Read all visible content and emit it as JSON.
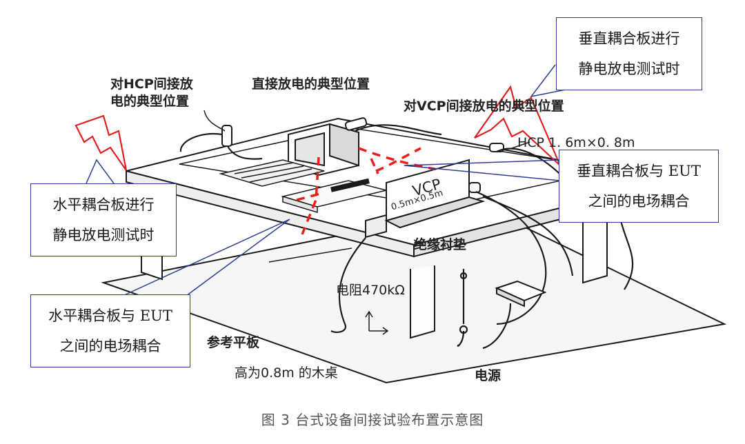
{
  "labels": {
    "hcp_indirect_1": "对HCP间接放",
    "hcp_indirect_2": "电的典型位置",
    "direct_discharge": "直接放电的典型位置",
    "vcp_indirect": "对VCP间接放电的典型位置",
    "hcp_size": "HCP 1. 6m×0. 8m",
    "vcp_name": "VCP",
    "vcp_size": "0.5m×0.5m",
    "insulating_pad": "绝缘衬垫",
    "resistor": "电阻470kΩ",
    "reference_plane": "参考平板",
    "wooden_table": "高为0.8m 的木桌",
    "power_supply": "电源"
  },
  "callouts": {
    "vcp_test": [
      "垂直耦合板进行",
      "静电放电测试时"
    ],
    "vcp_coupling": [
      "垂直耦合板与 EUT",
      "之间的电场耦合"
    ],
    "hcp_test": [
      "水平耦合板进行",
      "静电放电测试时"
    ],
    "hcp_coupling": [
      "水平耦合板与 EUT",
      "之间的电场耦合"
    ]
  },
  "caption": "图 3  台式设备间接试验布置示意图",
  "colors": {
    "callout_border": "#2b3e8f",
    "coupling_marks": "#e8201c",
    "lightning": "#e02020",
    "line_art": "#1a1a1a"
  }
}
